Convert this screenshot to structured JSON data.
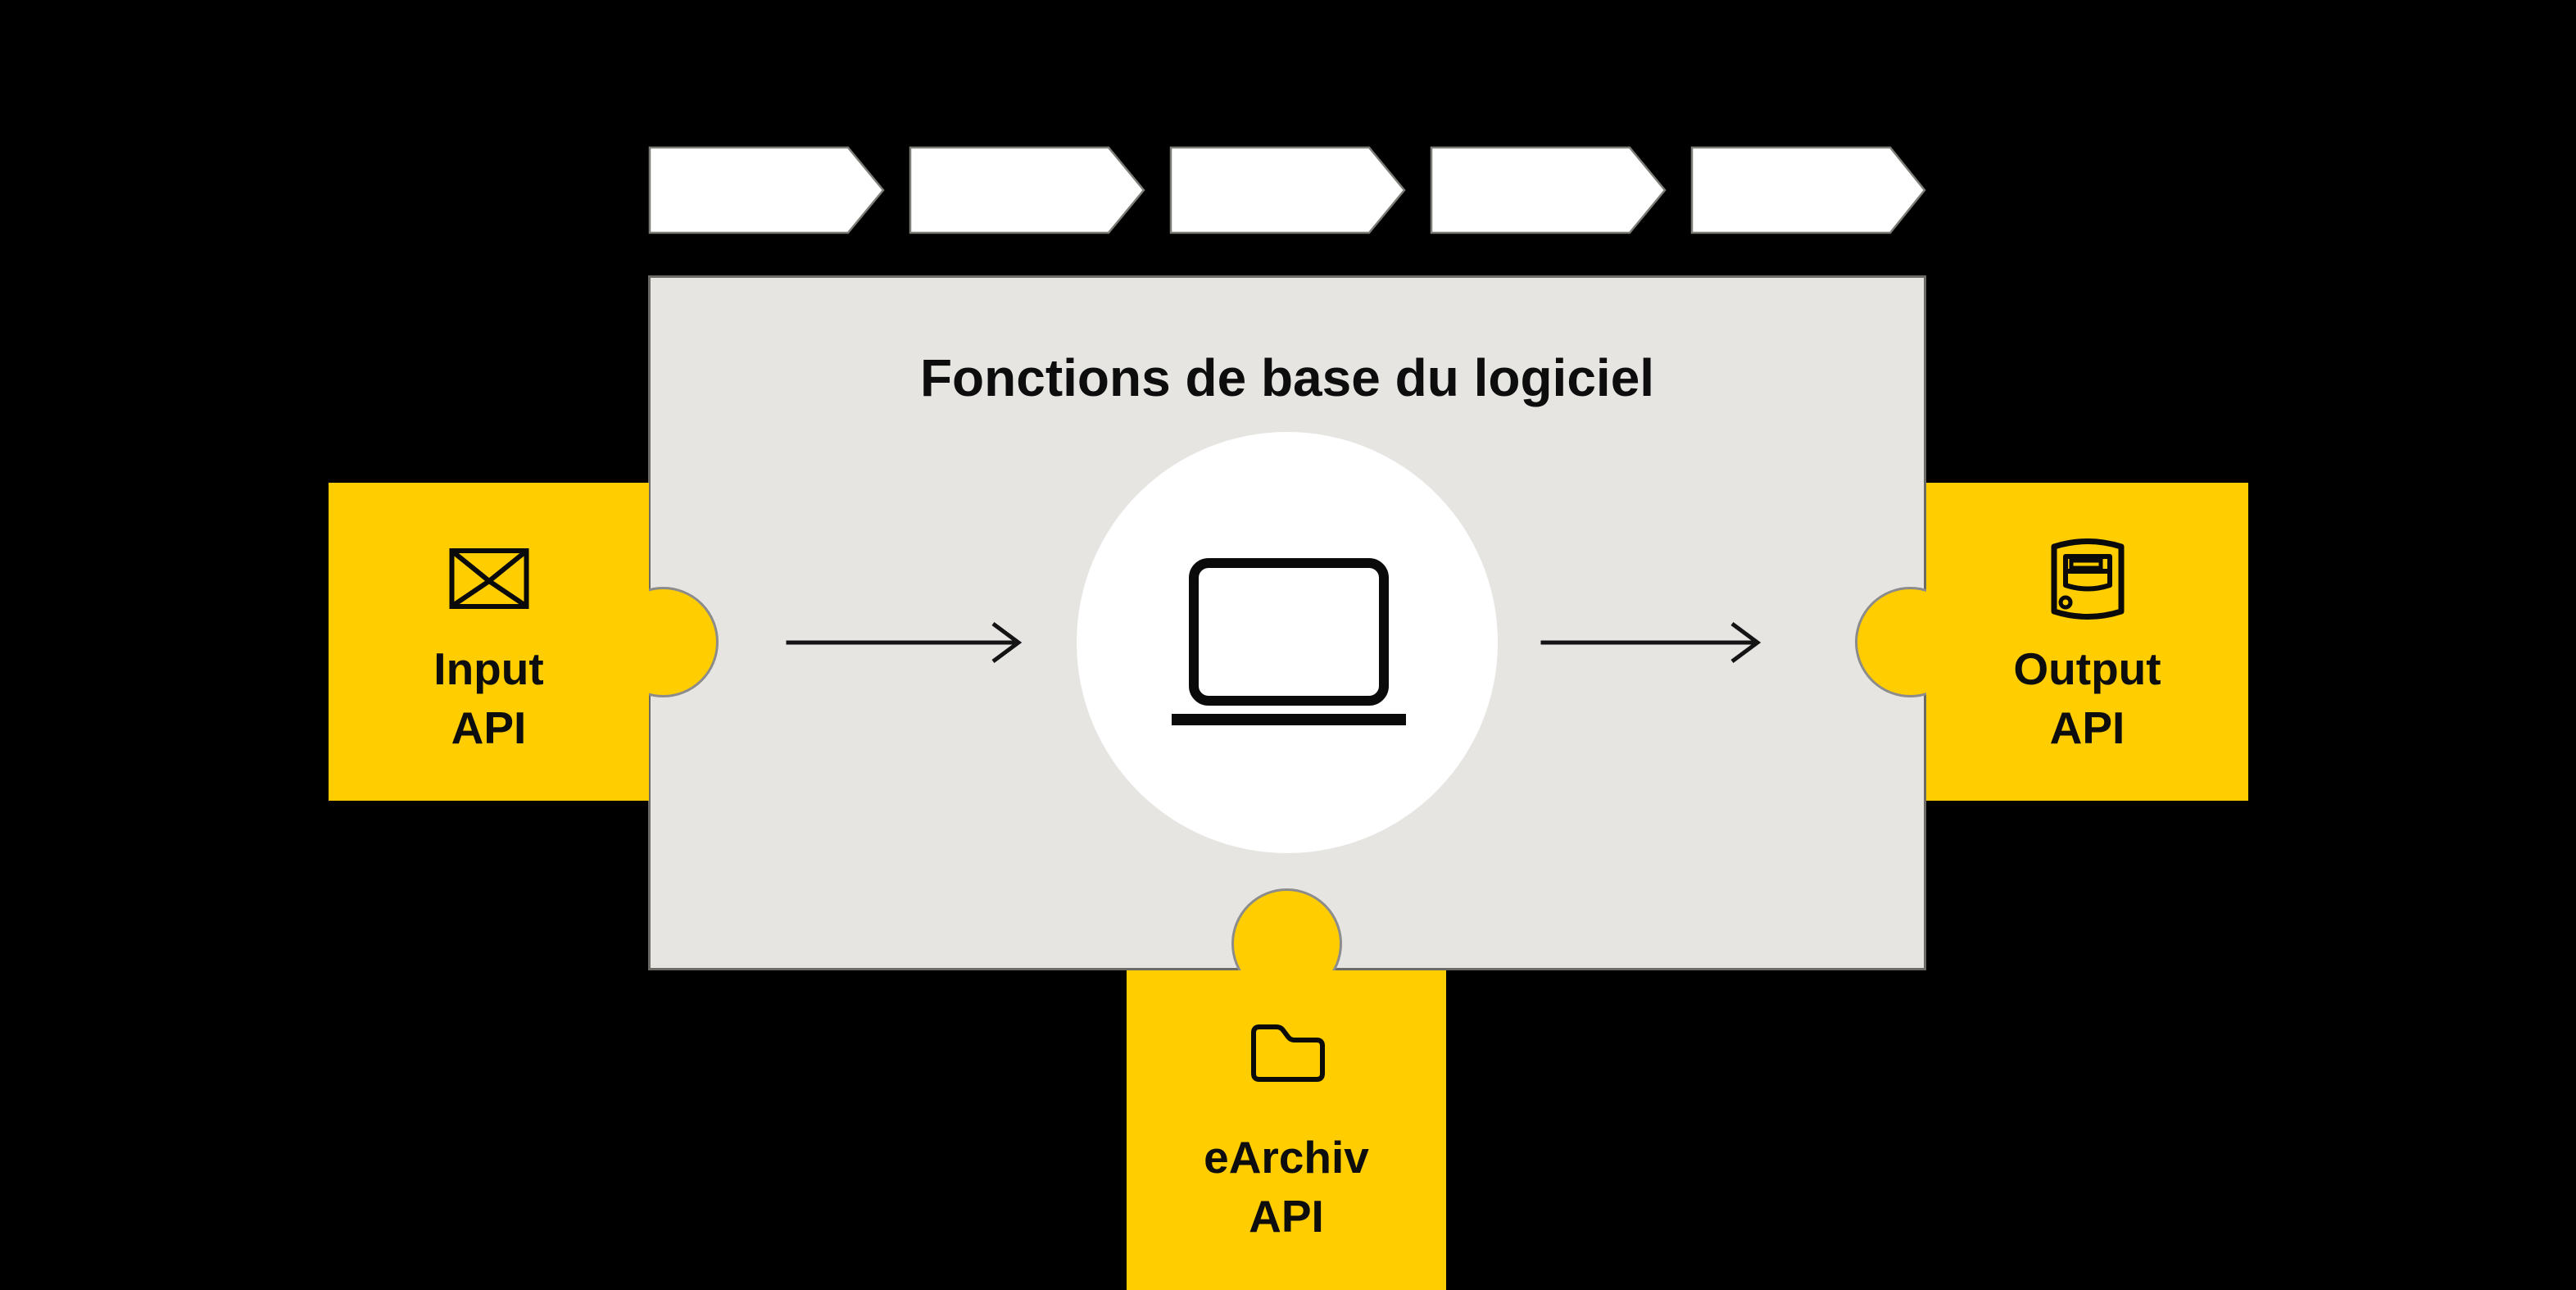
{
  "core": {
    "title": "Fonctions de base du logiciel"
  },
  "process_bar": {
    "chevron_count": 5,
    "labels": [
      "",
      "",
      "",
      "",
      ""
    ]
  },
  "modules": {
    "input": {
      "line1": "Input",
      "line2": "API",
      "icon": "envelope-icon"
    },
    "output": {
      "line1": "Output",
      "line2": "API",
      "icon": "server-icon"
    },
    "earchiv": {
      "line1": "eArchiv",
      "line2": "API",
      "icon": "folder-icon"
    }
  },
  "center": {
    "icon": "laptop-icon"
  },
  "colors": {
    "background": "#000000",
    "module_yellow": "#FFCD00",
    "core_gray": "#E6E5E2",
    "core_border": "#6C6B65",
    "chevron_fill": "#FFFFFF",
    "chevron_border": "#7E7C76",
    "knob_border": "#8C8C8C",
    "ink": "#0D0D0D"
  }
}
